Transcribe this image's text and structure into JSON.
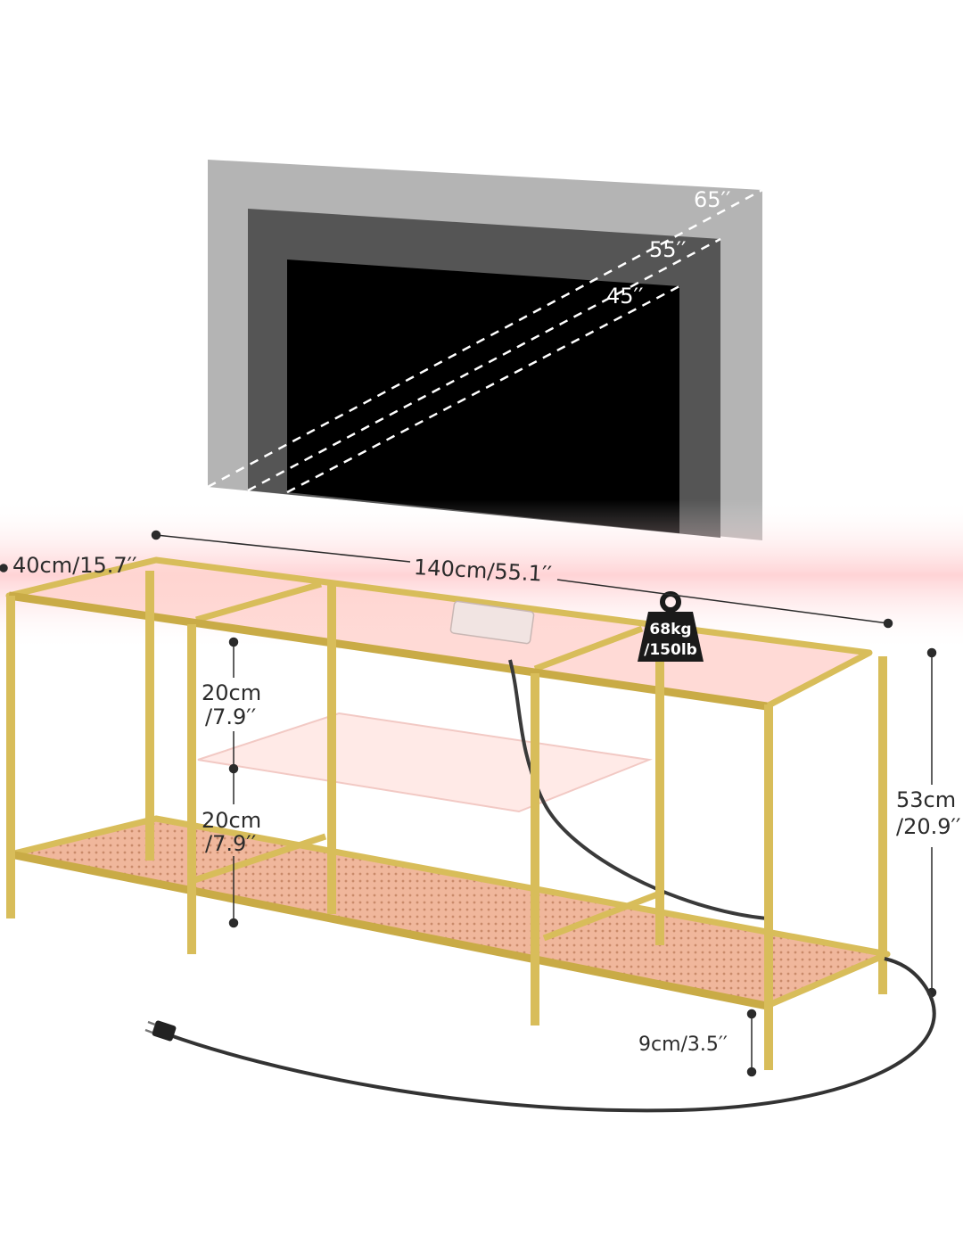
{
  "tv": {
    "sizes": [
      "65′′",
      "55′′",
      "45′′"
    ],
    "colors": {
      "outer": "#b4b4b4",
      "middle": "#555555",
      "inner": "#000000"
    }
  },
  "dimensions": {
    "depth": "40cm/15.7′′",
    "width": "140cm/55.1′′",
    "height_cm": "53cm",
    "height_in": "/20.9′′",
    "shelf_gap_upper_cm": "20cm",
    "shelf_gap_upper_in": "/7.9′′",
    "shelf_gap_lower_cm": "20cm",
    "shelf_gap_lower_in": "/7.9′′",
    "leg_clearance": "9cm/3.5′′"
  },
  "weight": {
    "kg": "68kg",
    "lb": "/150lb"
  },
  "colors": {
    "frame": "#d8bd5a",
    "glow": "#ff9aa0",
    "dimension_line": "#2b2b2b"
  }
}
